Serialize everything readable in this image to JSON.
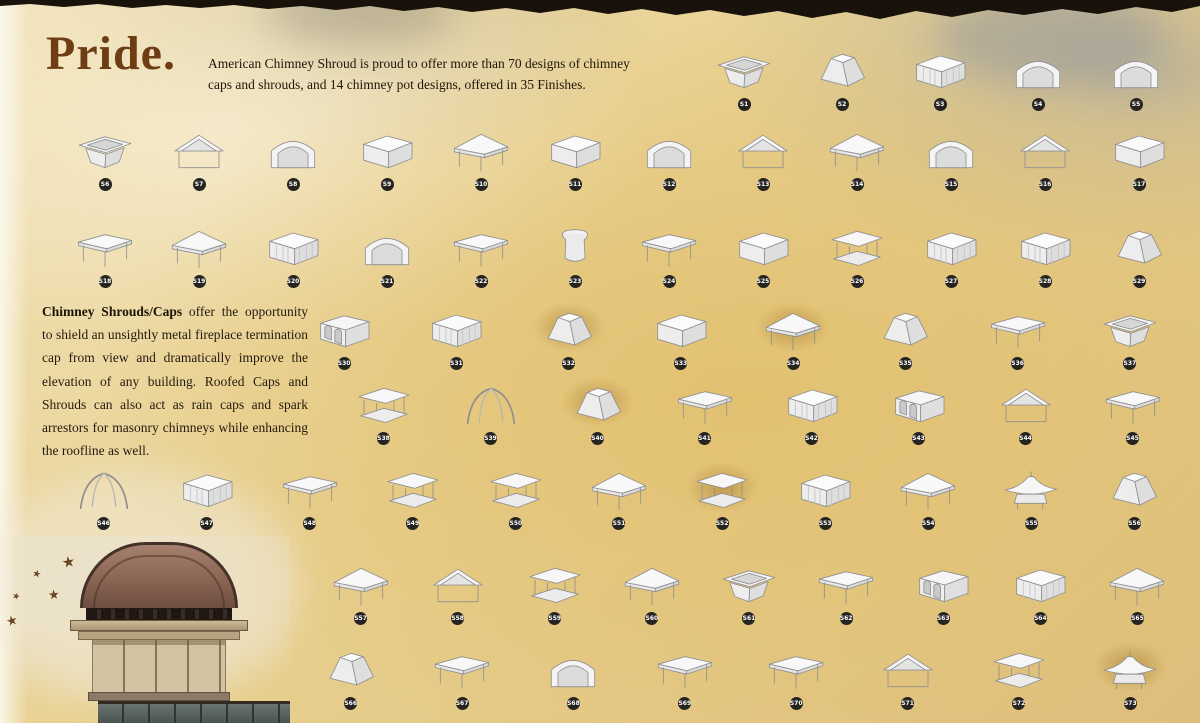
{
  "header": {
    "title": "Pride.",
    "intro": "American Chimney Shroud is proud to offer more than 70 designs of chimney caps and shrouds, and 14 chimney pot designs, offered in 35 Finishes."
  },
  "description": {
    "lead": "Chimney Shrouds/Caps",
    "body": " offer the opportunity to shield an unsightly metal fireplace termination cap from view and dramatically improve the elevation of any building. Roofed Caps and Shrouds can also act as rain caps and spark arrestors for masonry chimneys while enhancing the roofline as well."
  },
  "decorations": {
    "star": "★"
  },
  "colors": {
    "accent_brown": "#6e3d14",
    "badge_bg": "#262420",
    "background_gold": "#e3c77e",
    "highlight_glow": "#a47628",
    "torn_edge": "#19120a"
  },
  "grid": {
    "rows": [
      [
        {
          "id": "S1",
          "shape": "flared"
        },
        {
          "id": "S2",
          "shape": "tapered"
        },
        {
          "id": "S3",
          "shape": "panel"
        },
        {
          "id": "S4",
          "shape": "barrel"
        },
        {
          "id": "S5",
          "shape": "barrel"
        }
      ],
      [
        {
          "id": "S6",
          "shape": "flared"
        },
        {
          "id": "S7",
          "shape": "gable"
        },
        {
          "id": "S8",
          "shape": "barrel"
        },
        {
          "id": "S9",
          "shape": "box"
        },
        {
          "id": "S10",
          "shape": "hip"
        },
        {
          "id": "S11",
          "shape": "box"
        },
        {
          "id": "S12",
          "shape": "barrel"
        },
        {
          "id": "S13",
          "shape": "gable"
        },
        {
          "id": "S14",
          "shape": "hip"
        },
        {
          "id": "S15",
          "shape": "barrel"
        },
        {
          "id": "S16",
          "shape": "gable"
        },
        {
          "id": "S17",
          "shape": "box"
        }
      ],
      [
        {
          "id": "S18",
          "shape": "flat"
        },
        {
          "id": "S19",
          "shape": "hip"
        },
        {
          "id": "S20",
          "shape": "panel"
        },
        {
          "id": "S21",
          "shape": "barrel"
        },
        {
          "id": "S22",
          "shape": "flat"
        },
        {
          "id": "S23",
          "shape": "pot"
        },
        {
          "id": "S24",
          "shape": "flat"
        },
        {
          "id": "S25",
          "shape": "box"
        },
        {
          "id": "S26",
          "shape": "pavilion"
        },
        {
          "id": "S27",
          "shape": "panel"
        },
        {
          "id": "S28",
          "shape": "panel"
        },
        {
          "id": "S29",
          "shape": "tapered"
        }
      ],
      [
        {
          "id": "S30",
          "shape": "arch"
        },
        {
          "id": "S31",
          "shape": "panel"
        },
        {
          "id": "S32",
          "shape": "tapered",
          "highlight": true
        },
        {
          "id": "S33",
          "shape": "box"
        },
        {
          "id": "S34",
          "shape": "hip",
          "highlight": true
        },
        {
          "id": "S35",
          "shape": "tapered"
        },
        {
          "id": "S36",
          "shape": "flat"
        },
        {
          "id": "S37",
          "shape": "flared"
        }
      ],
      [
        {
          "id": "S38",
          "shape": "pavilion"
        },
        {
          "id": "S39",
          "shape": "gothic"
        },
        {
          "id": "S40",
          "shape": "tapered",
          "highlight": true
        },
        {
          "id": "S41",
          "shape": "flat"
        },
        {
          "id": "S42",
          "shape": "panel"
        },
        {
          "id": "S43",
          "shape": "arch"
        },
        {
          "id": "S44",
          "shape": "gable"
        },
        {
          "id": "S45",
          "shape": "flat"
        }
      ],
      [
        {
          "id": "S46",
          "shape": "gothic"
        },
        {
          "id": "S47",
          "shape": "panel"
        },
        {
          "id": "S48",
          "shape": "flat"
        },
        {
          "id": "S49",
          "shape": "pavilion"
        },
        {
          "id": "S50",
          "shape": "pavilion"
        },
        {
          "id": "S51",
          "shape": "hip"
        },
        {
          "id": "S52",
          "shape": "pavilion",
          "highlight": true
        },
        {
          "id": "S53",
          "shape": "panel"
        },
        {
          "id": "S54",
          "shape": "hip"
        },
        {
          "id": "S55",
          "shape": "pagoda"
        },
        {
          "id": "S56",
          "shape": "tapered"
        }
      ],
      [
        {
          "id": "S57",
          "shape": "hip"
        },
        {
          "id": "S58",
          "shape": "gable"
        },
        {
          "id": "S59",
          "shape": "pavilion"
        },
        {
          "id": "S60",
          "shape": "hip"
        },
        {
          "id": "S61",
          "shape": "flared"
        },
        {
          "id": "S62",
          "shape": "flat"
        },
        {
          "id": "S63",
          "shape": "arch"
        },
        {
          "id": "S64",
          "shape": "panel"
        },
        {
          "id": "S65",
          "shape": "hip"
        }
      ],
      [
        {
          "id": "S66",
          "shape": "tapered"
        },
        {
          "id": "S67",
          "shape": "flat"
        },
        {
          "id": "S68",
          "shape": "barrel"
        },
        {
          "id": "S69",
          "shape": "flat"
        },
        {
          "id": "S70",
          "shape": "flat"
        },
        {
          "id": "S71",
          "shape": "gable"
        },
        {
          "id": "S72",
          "shape": "pavilion"
        },
        {
          "id": "S73",
          "shape": "pagoda",
          "highlight": true
        }
      ]
    ]
  }
}
